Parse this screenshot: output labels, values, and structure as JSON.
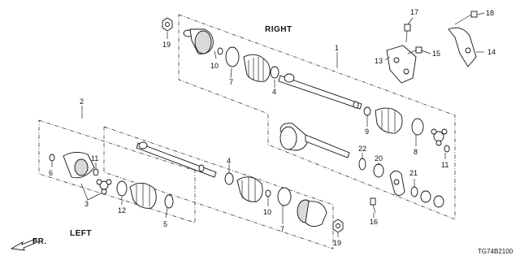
{
  "labels": {
    "right": "RIGHT",
    "left": "LEFT",
    "front": "FR.",
    "diagram_code": "TG74B2100"
  },
  "callouts": {
    "c1": "1",
    "c2": "2",
    "c3": "3",
    "c4a": "4",
    "c4b": "4",
    "c5": "5",
    "c6": "6",
    "c7a": "7",
    "c7b": "7",
    "c8": "8",
    "c9": "9",
    "c10a": "10",
    "c10b": "10",
    "c11a": "11",
    "c11b": "11",
    "c12": "12",
    "c13": "13",
    "c14": "14",
    "c15": "15",
    "c16": "16",
    "c17": "17",
    "c18": "18",
    "c19a": "19",
    "c19b": "19",
    "c20": "20",
    "c21": "21",
    "c22": "22"
  }
}
